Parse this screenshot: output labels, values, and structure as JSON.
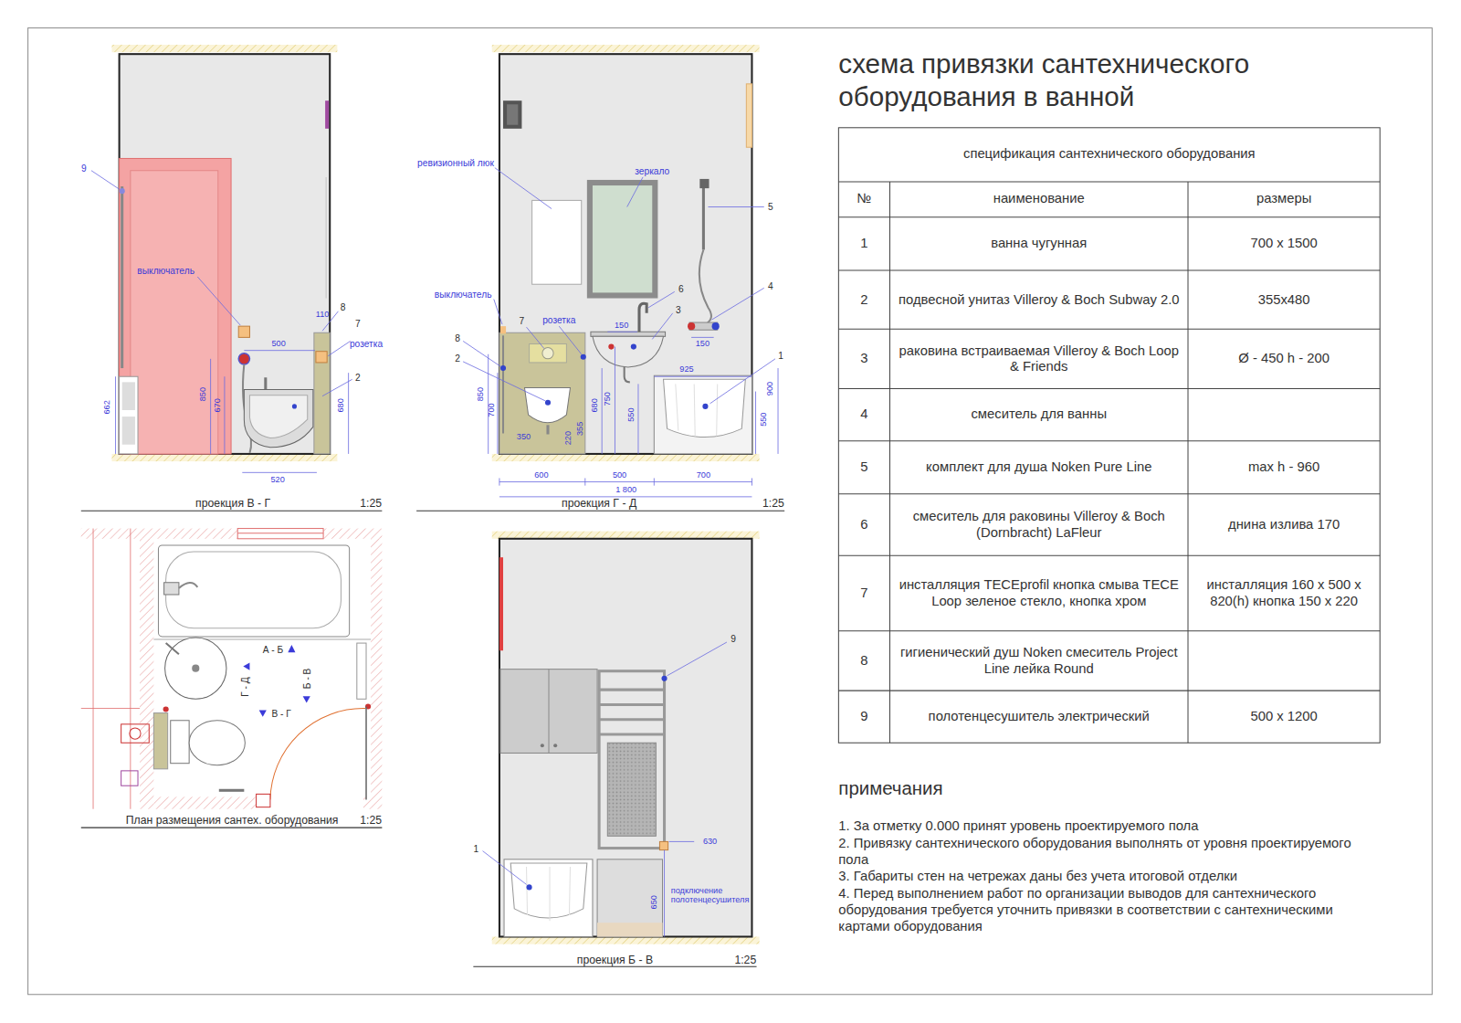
{
  "diagram": {
    "title": "схема привязки сантехнического оборудования в ванной",
    "labels": [
      "9",
      "выключатель",
      "110",
      "8",
      "7",
      "розетка",
      "500",
      "2",
      "662",
      "850",
      "670",
      "680",
      "520",
      "проекция В - Г",
      "1:25",
      "ревизионный люк",
      "зеркало",
      "5",
      "4",
      "6",
      "3",
      "150",
      "150",
      "выключатель",
      "розетка",
      "7",
      "8",
      "2",
      "925",
      "1",
      "850",
      "700",
      "680",
      "750",
      "550",
      "355",
      "220",
      "350",
      "900",
      "550",
      "600",
      "500",
      "700",
      "1 800",
      "проекция Г - Д",
      "1:25",
      "А - Б",
      "Г - Д",
      "Б - В",
      "В - Г",
      "План размещения сантех. оборудования",
      "1:25",
      "9",
      "630",
      "650",
      "подключение полотенцесушителя",
      "1",
      "проекция Б - В",
      "1:25",
      "спецификация сантехнического оборудования",
      "№",
      "наименование",
      "размеры",
      "1",
      "ванна чугунная",
      "700 x 1500",
      "2",
      "подвесной унитаз Villeroy & Boch Subway 2.0",
      "355x480",
      "3",
      "раковина встраиваемая Villeroy & Boch Loop & Friends",
      "Ø - 450 h - 200",
      "4",
      "смеситель для ванны",
      "5",
      "комплект для душа Noken Pure Line",
      "max h - 960",
      "6",
      "смеситель для раковины Villeroy & Boch (Dornbracht) LaFleur",
      "днина излива 170",
      "7",
      "инсталляция TECEprofil кнопка смыва TECE Loop зеленое стекло, кнопка хром",
      "инсталляция 160 x 500 x 820(h) кнопка 150 x 220",
      "8",
      "гигиенический душ Noken смеситель Project Line лейка Round",
      "9",
      "полотенцесушитель электрический",
      "500 x 1200",
      "примечания",
      "1. За отметку 0.000 принят уровень проектируемого пола",
      "2. Привязку сантехнического оборудования выполнять от уровня проектируемого пола",
      "3. Габариты стен на четрежах даны без учета итоговой отделки",
      "4. Перед выполнением работ по организации выводов для сантехнического оборудования требуется уточнить привязки в соответствии с сантехническими картами оборудования"
    ]
  }
}
